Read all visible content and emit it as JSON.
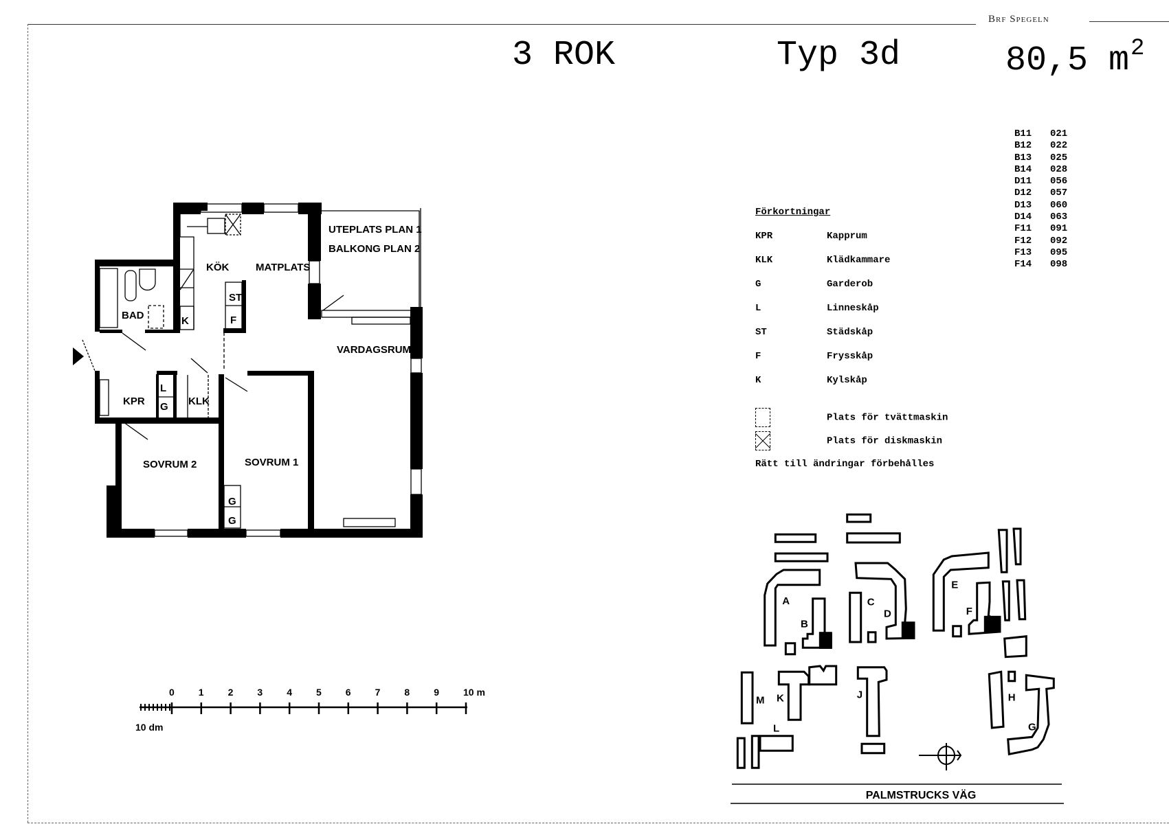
{
  "header": {
    "brand": "Brf Spegeln",
    "rooms": "3 ROK",
    "type": "Typ 3d",
    "area": "80,5 m",
    "area_sup": "2"
  },
  "unit_codes": [
    {
      "building": "B11",
      "number": "021"
    },
    {
      "building": "B12",
      "number": "022"
    },
    {
      "building": "B13",
      "number": "025"
    },
    {
      "building": "B14",
      "number": "028"
    },
    {
      "building": "D11",
      "number": "056"
    },
    {
      "building": "D12",
      "number": "057"
    },
    {
      "building": "D13",
      "number": "060"
    },
    {
      "building": "D14",
      "number": "063"
    },
    {
      "building": "F11",
      "number": "091"
    },
    {
      "building": "F12",
      "number": "092"
    },
    {
      "building": "F13",
      "number": "095"
    },
    {
      "building": "F14",
      "number": "098"
    }
  ],
  "legend": {
    "heading": "Förkortningar",
    "items": [
      {
        "abbr": "KPR",
        "meaning": "Kapprum"
      },
      {
        "abbr": "KLK",
        "meaning": "Klädkammare"
      },
      {
        "abbr": "G",
        "meaning": "Garderob"
      },
      {
        "abbr": "L",
        "meaning": "Linneskåp"
      },
      {
        "abbr": "ST",
        "meaning": "Städskåp"
      },
      {
        "abbr": "F",
        "meaning": "Frysskåp"
      },
      {
        "abbr": "K",
        "meaning": "Kylskåp"
      }
    ],
    "symbols": [
      {
        "icon": "dashed-square-icon",
        "label": "Plats för tvättmaskin"
      },
      {
        "icon": "dashed-crossed-square-icon",
        "label": "Plats för diskmaskin"
      }
    ],
    "note": "Rätt till ändringar förbehålles"
  },
  "plan": {
    "kok": "KÖK",
    "matplats": "MATPLATS",
    "uteplats": "UTEPLATS PLAN 1",
    "balkong": "BALKONG PLAN 2",
    "bad": "BAD",
    "k": "K",
    "st": "ST",
    "f": "F",
    "vardagsrum": "VARDAGSRUM",
    "kpr": "KPR",
    "l": "L",
    "g": "G",
    "klk": "KLK",
    "sovrum2": "SOVRUM 2",
    "sovrum1": "SOVRUM 1"
  },
  "scale_bar": {
    "ticks": [
      "0",
      "1",
      "2",
      "3",
      "4",
      "5",
      "6",
      "7",
      "8",
      "9",
      "10 m"
    ],
    "sub_label": "10 dm"
  },
  "site_map": {
    "buildings": [
      "A",
      "B",
      "C",
      "D",
      "E",
      "F",
      "G",
      "H",
      "J",
      "K",
      "L",
      "M"
    ],
    "road": "PALMSTRUCKS VÄG"
  }
}
